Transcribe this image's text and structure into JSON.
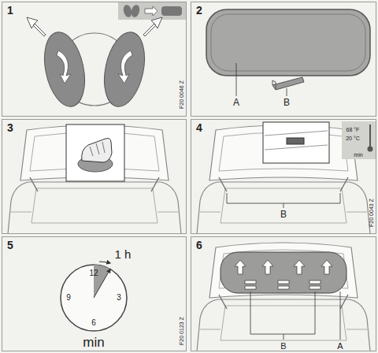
{
  "diagram": {
    "nodes": [
      {
        "text": [
          "1"
        ]
      },
      {
        "text": [
          "2"
        ]
      },
      {
        "text": [
          "3"
        ]
      },
      {
        "text": [
          "4"
        ]
      },
      {
        "text": [
          "5"
        ]
      },
      {
        "text": [
          "6"
        ]
      }
    ],
    "labels": [
      "A",
      "B",
      "F20 0046 Z",
      "68 °F",
      "20 °C",
      "min",
      "B",
      "F20 0043 Z",
      "1 h",
      "12",
      "3",
      "6",
      "9",
      "min",
      "F20 0123 Z",
      "B",
      "A"
    ]
  }
}
